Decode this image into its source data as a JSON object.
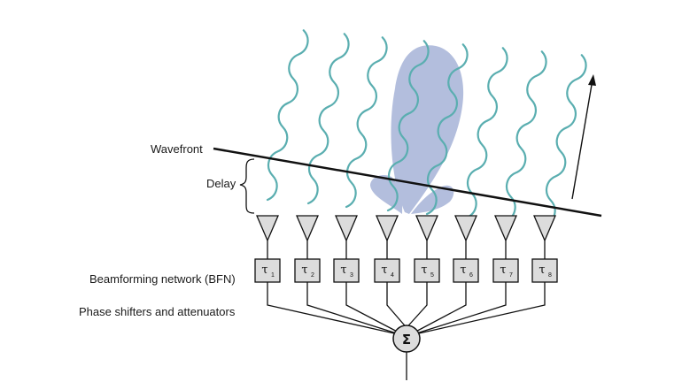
{
  "labels": {
    "wavefront": "Wavefront",
    "delay": "Delay",
    "bfn": "Beamforming network (BFN)",
    "phase": "Phase shifters and attenuators"
  },
  "delays": [
    {
      "symbol": "τ",
      "index": "1"
    },
    {
      "symbol": "τ",
      "index": "2"
    },
    {
      "symbol": "τ",
      "index": "3"
    },
    {
      "symbol": "τ",
      "index": "4"
    },
    {
      "symbol": "τ",
      "index": "5"
    },
    {
      "symbol": "τ",
      "index": "6"
    },
    {
      "symbol": "τ",
      "index": "7"
    },
    {
      "symbol": "τ",
      "index": "8"
    }
  ],
  "summer_symbol": "Σ",
  "colors": {
    "wave": "#5aaeb0",
    "beam": "#b3bedd",
    "line": "#111111",
    "box_fill": "#dcdcdc"
  }
}
